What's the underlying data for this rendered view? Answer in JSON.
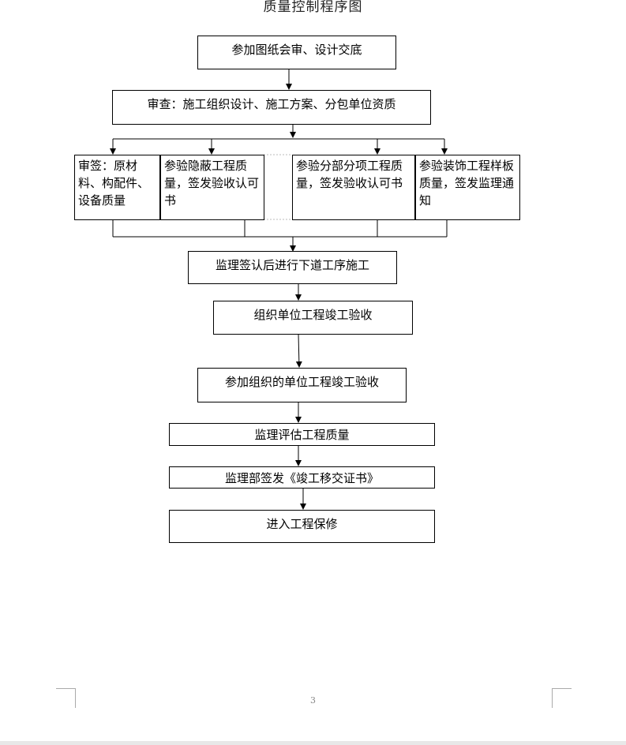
{
  "document": {
    "title": "质量控制程序图",
    "page_number": "3"
  },
  "flowchart": {
    "step1": "参加图纸会审、设计交底",
    "step2": "审查：施工组织设计、施工方案、分包单位资质",
    "branch1": "审签：原材料、构配件、设备质量",
    "branch2": "参验隐蔽工程质量，签发验收认可书",
    "branch3": "参验分部分项工程质量，签发验收认可书",
    "branch4": "参验装饰工程样板质量，签发监理通知",
    "step3": "监理签认后进行下道工序施工",
    "step4": "组织单位工程竣工验收",
    "step5": "参加组织的单位工程竣工验收",
    "step6": "监理评估工程质量",
    "step7": "监理部签发《竣工移交证书》",
    "step8": "进入工程保修"
  }
}
